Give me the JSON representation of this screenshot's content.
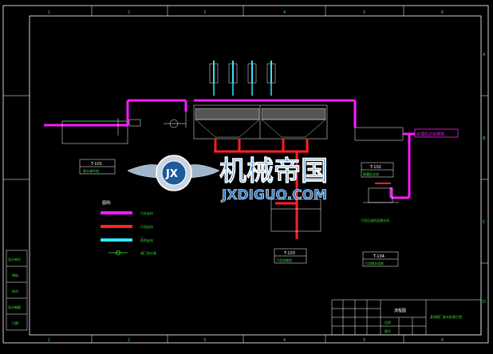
{
  "frame": {
    "col_numbers": [
      "1",
      "2",
      "3",
      "4",
      "5",
      "6"
    ],
    "row_letters": [
      "A",
      "B",
      "C",
      "D"
    ]
  },
  "units": {
    "tank1_id": "T-101",
    "tank1_name": "原水调节池",
    "tank2_id": "T-102",
    "tank2_name": "絮凝反应池",
    "tank3_id": "T-103",
    "tank3_name": "污泥浓缩池",
    "tank4_id": "T-104",
    "tank4_name": "污泥脱水机房",
    "outlet_label": "处理后达标排放",
    "filter_note": "污泥压滤机及脱水间"
  },
  "legend": {
    "title": "图例:",
    "items": [
      {
        "label": "污水走向",
        "color": "#ff1aff"
      },
      {
        "label": "污泥走向",
        "color": "#ff2020"
      },
      {
        "label": "药剂走向",
        "color": "#33e5ff"
      },
      {
        "label": "阀门及仪表",
        "color": "#39e639"
      }
    ]
  },
  "left_strip": [
    "设计单位",
    "审核",
    "校对",
    "设计制图",
    "日期"
  ],
  "title_block": {
    "drawing_name": "流程图",
    "project_name": "某电镀厂废水处理工程",
    "scale_label": "比例",
    "sheet_label": "图号"
  },
  "watermark": {
    "cn": "机械帝国",
    "en": "JXDIGUO.COM",
    "badge": "JX"
  },
  "colors": {
    "sewage": "#ff1aff",
    "sludge": "#ff2020",
    "chemical": "#33e5ff",
    "valve": "#39e639",
    "frame": "#ffffff"
  }
}
